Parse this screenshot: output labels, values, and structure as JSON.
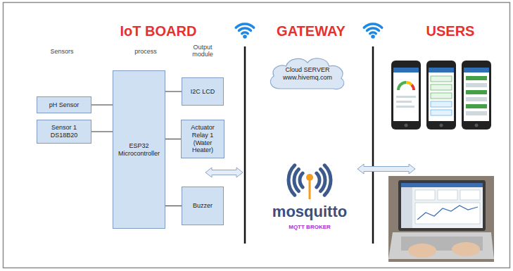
{
  "diagram": {
    "nodes": [
      {
        "text": [
          "pH Sensor"
        ]
      },
      {
        "text": [
          "Sensor 1 DS18B20"
        ]
      },
      {
        "text": [
          "ESP32 Microcontroller"
        ]
      },
      {
        "text": [
          "I2C LCD"
        ]
      },
      {
        "text": [
          "Actuator Relay 1 (Water Heater)"
        ]
      },
      {
        "text": [
          "Buzzer"
        ]
      },
      {
        "text": [
          "Cloud SERVER www.hivemq.com"
        ]
      }
    ],
    "edges": [
      {
        "from": 0,
        "to": 2,
        "arrow": "none"
      },
      {
        "from": 1,
        "to": 2,
        "arrow": "none"
      },
      {
        "from": 2,
        "to": 3,
        "arrow": "none"
      },
      {
        "from": 2,
        "to": 4,
        "arrow": "none"
      },
      {
        "from": 2,
        "to": 5,
        "arrow": "none"
      }
    ],
    "labels": [
      "IoT BOARD",
      "Sensors",
      "process",
      "Output module",
      "GATEWAY",
      "USERS",
      "mosquitto",
      "MQTT BROKER"
    ]
  }
}
